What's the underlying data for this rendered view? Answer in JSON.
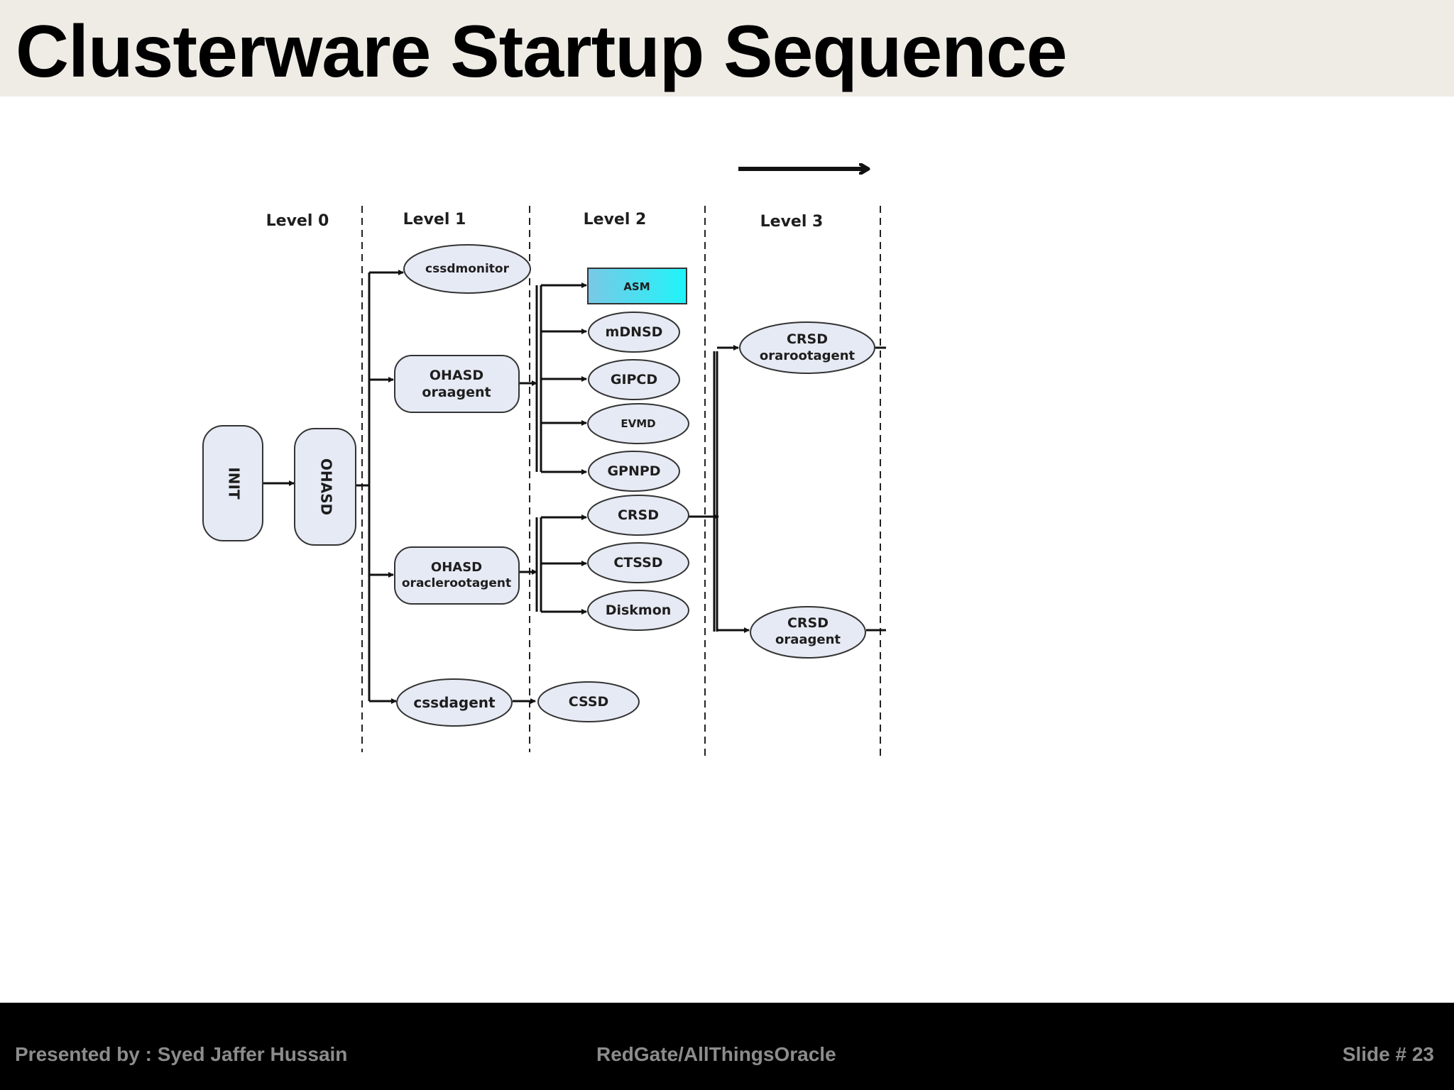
{
  "slide": {
    "title": "Clusterware Startup Sequence"
  },
  "diagram": {
    "levels": [
      "Level 0",
      "Level 1",
      "Level 2",
      "Level 3"
    ],
    "nodes": {
      "init": "INIT",
      "ohasd": "OHASD",
      "cssdmonitor": "cssdmonitor",
      "ohasd_oraagent": [
        "OHASD",
        "oraagent"
      ],
      "ohasd_oraclerootagent": [
        "OHASD",
        "oraclerootagent"
      ],
      "cssdagent": "cssdagent",
      "asm": "ASM",
      "mdnsd": "mDNSD",
      "gipcd": "GIPCD",
      "evmd": "EVMD",
      "gpnpd": "GPNPD",
      "crsd": "CRSD",
      "ctssd": "CTSSD",
      "diskmon": "Diskmon",
      "cssd": "CSSD",
      "crsd_orarootagent": [
        "CRSD",
        "orarootagent"
      ],
      "crsd_oraagent": [
        "CRSD",
        "oraagent"
      ]
    },
    "colors": {
      "node_fill": "#e6eaf4",
      "node_stroke": "#333333",
      "asm_gradient": [
        "#7ac8e6",
        "#1ef4f8"
      ]
    }
  },
  "footer": {
    "presenter": "Presented by : Syed Jaffer Hussain",
    "source": "RedGate/AllThingsOracle",
    "slide_number": "Slide # 23"
  }
}
